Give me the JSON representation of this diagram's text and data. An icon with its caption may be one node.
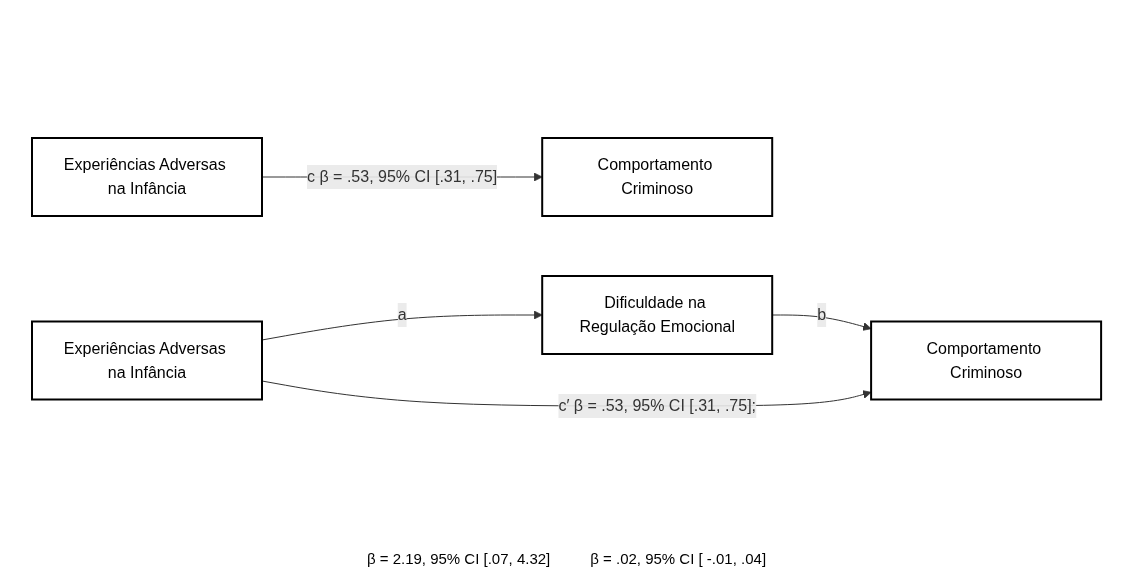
{
  "diagram": {
    "nodes": [
      {
        "text": [
          "Experiências Adversas na Infância"
        ]
      },
      {
        "text": [
          "Comportamento Criminoso"
        ]
      },
      {
        "text": [
          "Dificuldade na Regulação Emocional"
        ]
      },
      {
        "text": [
          "Experiências Adversas na Infância"
        ]
      },
      {
        "text": [
          "Comportamento Criminoso"
        ]
      }
    ],
    "edges": [
      {
        "from": 0,
        "to": 1,
        "arrow": "to",
        "label": "c β = .53, 95% CI [.31, .75]"
      },
      {
        "from": 3,
        "to": 2,
        "arrow": "to",
        "label": "a"
      },
      {
        "from": 2,
        "to": 4,
        "arrow": "to",
        "label": "b"
      },
      {
        "from": 3,
        "to": 4,
        "arrow": "to",
        "label": "c′ β = .53, 95% CI [.31, .75];"
      }
    ],
    "labels": [
      "β = 2.19, 95% CI [.07, 4.32]",
      "β = .02, 95% CI [ -.01, .04]"
    ]
  }
}
